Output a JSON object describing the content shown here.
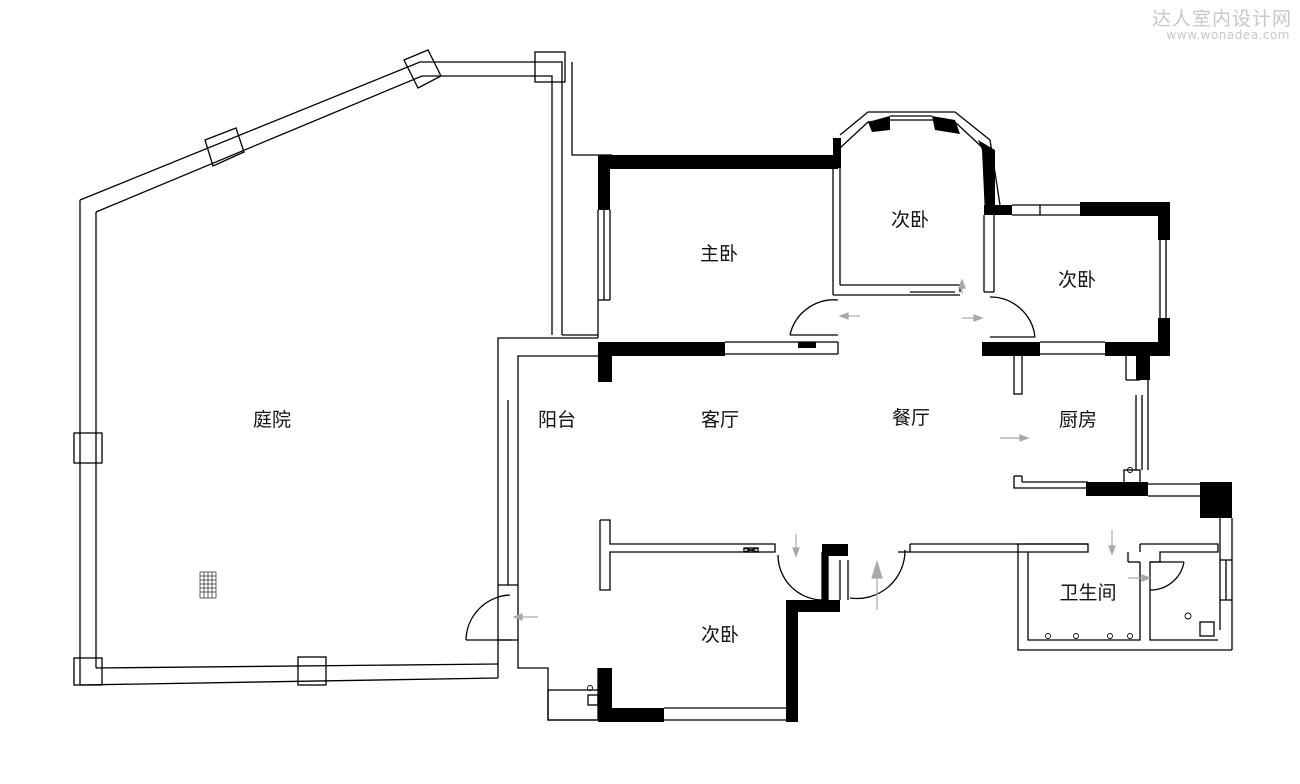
{
  "watermark": {
    "site_name": "达人室内设计网",
    "url": "www.wonadea.com"
  },
  "rooms": {
    "courtyard": "庭院",
    "balcony": "阳台",
    "living_room": "客厅",
    "dining_room": "餐厅",
    "kitchen": "厨房",
    "master_bedroom": "主卧",
    "second_bedroom_top": "次卧",
    "second_bedroom_right": "次卧",
    "second_bedroom_bottom": "次卧",
    "bathroom": "卫生间"
  },
  "colors": {
    "wall_fill": "#000000",
    "line": "#000000",
    "door_arrow": "#a8a8a8",
    "watermark": "#c7c7c7"
  }
}
